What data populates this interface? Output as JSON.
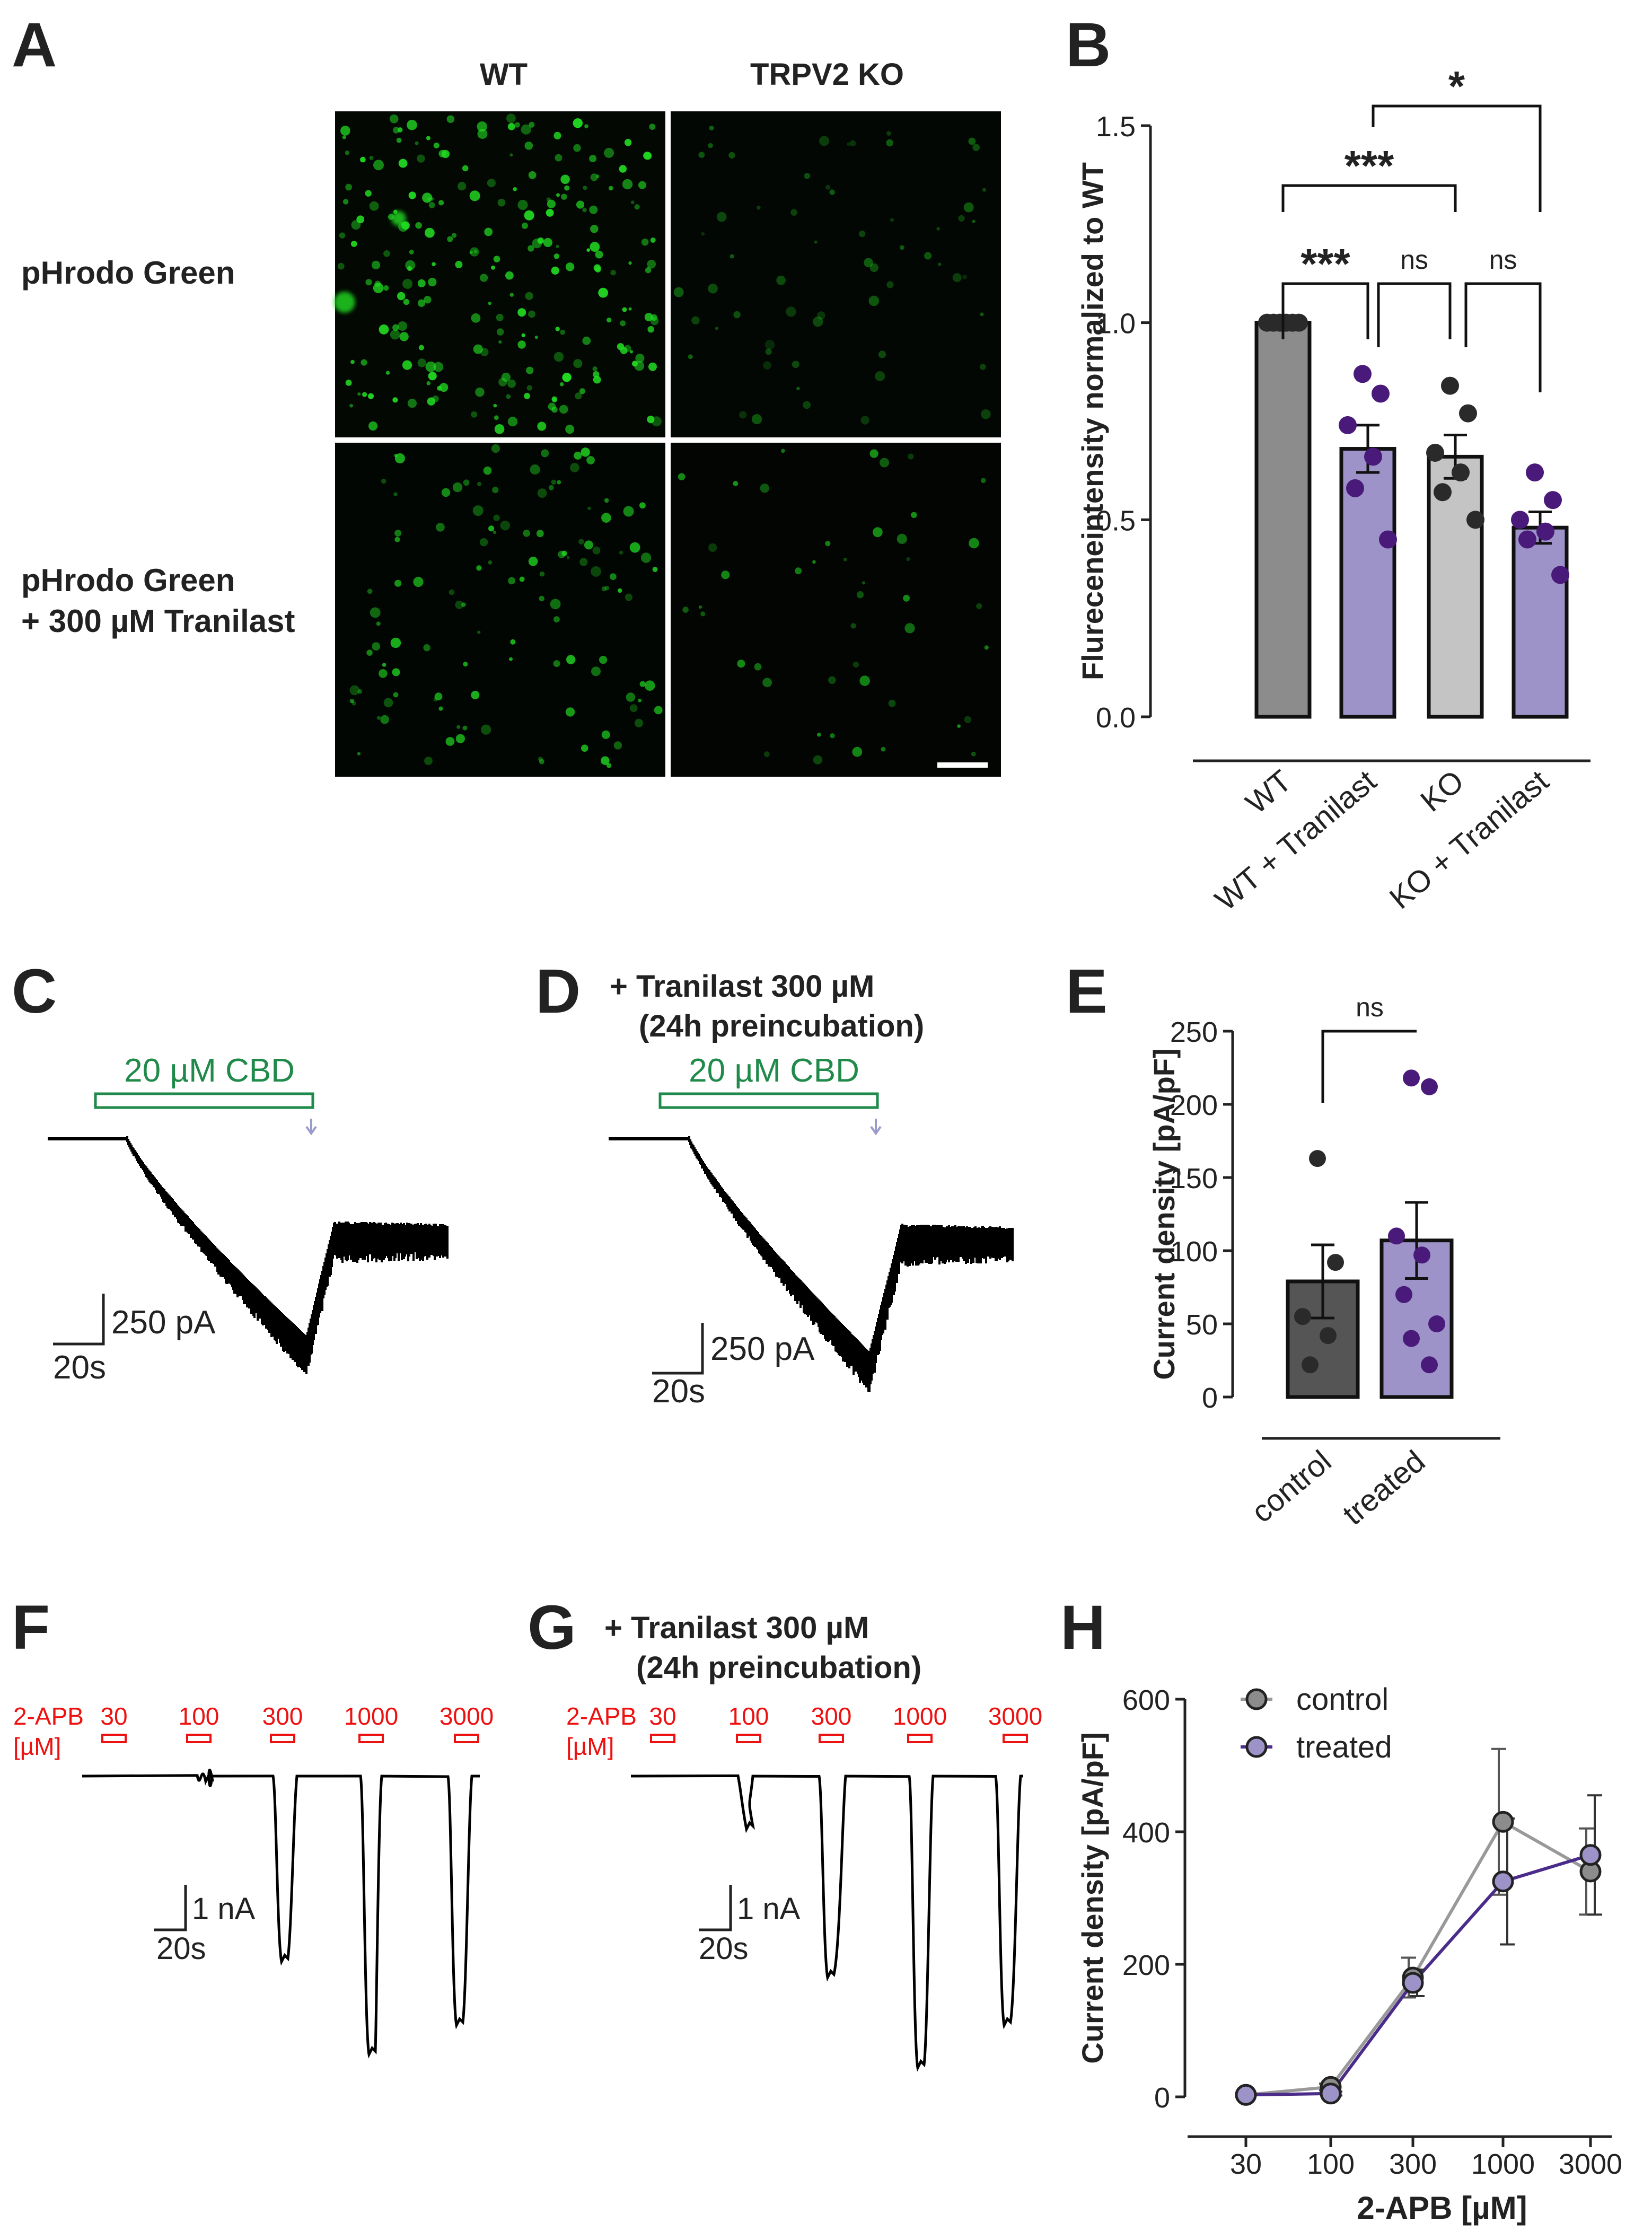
{
  "panels": {
    "A": {
      "letter": "A",
      "columns": [
        "WT",
        "TRPV2 KO"
      ],
      "rows": [
        "pHrodo Green",
        "pHrodo Green",
        "+ 300 µM Tranilast"
      ]
    },
    "B": {
      "letter": "B"
    },
    "C": {
      "letter": "C",
      "drug_label": "20 µM CBD",
      "scale_y": "250 pA",
      "scale_x": "20s"
    },
    "D": {
      "letter": "D",
      "title1": "+ Tranilast 300 µM",
      "title2": "(24h preincubation)",
      "drug_label": "20 µM CBD",
      "scale_y": "250 pA",
      "scale_x": "20s"
    },
    "E": {
      "letter": "E"
    },
    "F": {
      "letter": "F",
      "agonist": "2-APB",
      "unit": "[µM]",
      "conc_labels": [
        "30",
        "100",
        "300",
        "1000",
        "3000"
      ],
      "scale_y": "1 nA",
      "scale_x": "20s"
    },
    "G": {
      "letter": "G",
      "title1": "+ Tranilast 300 µM",
      "title2": "(24h preincubation)",
      "agonist": "2-APB",
      "unit": "[µM]",
      "conc_labels": [
        "30",
        "100",
        "300",
        "1000",
        "3000"
      ],
      "scale_y": "1 nA",
      "scale_x": "20s"
    },
    "H": {
      "letter": "H"
    }
  },
  "colors": {
    "micrograph_green": "#22dd22",
    "bar_wt": "#8c8c8c",
    "bar_treated": "#9d93c9",
    "bar_ko": "#c4c4c4",
    "bar_control_dark": "#555555",
    "dot_purple": "#4a1a7a",
    "dot_dark": "#2a2a2a",
    "cbd_green": "#1f8a4a",
    "apb_red": "#ee1111",
    "line_treated": "#4b2c8a",
    "line_control": "#999999"
  },
  "chart_data": [
    {
      "panel": "B",
      "type": "bar",
      "categories": [
        "WT",
        "WT + Tranilast",
        "KO",
        "KO + Tranilast"
      ],
      "ylabel": "Flureceneintensity normalized to WT",
      "ylim": [
        0,
        1.5
      ],
      "yticks": [
        "0.0",
        "0.5",
        "1.0",
        "1.5"
      ],
      "values": [
        1.0,
        0.68,
        0.66,
        0.48
      ],
      "sem": [
        0.0,
        0.06,
        0.055,
        0.04
      ],
      "points": [
        [
          1,
          1,
          1,
          1,
          1,
          1
        ],
        [
          0.87,
          0.82,
          0.74,
          0.66,
          0.58,
          0.45
        ],
        [
          0.84,
          0.77,
          0.67,
          0.62,
          0.57,
          0.5
        ],
        [
          0.62,
          0.55,
          0.5,
          0.47,
          0.45,
          0.36
        ]
      ],
      "significance": [
        {
          "a": 0,
          "b": 1,
          "label": "***"
        },
        {
          "a": 1,
          "b": 2,
          "label": "ns"
        },
        {
          "a": 2,
          "b": 3,
          "label": "ns"
        },
        {
          "a": 0,
          "b": 2,
          "label": "***"
        },
        {
          "a": 1,
          "b": 3,
          "label": "*"
        }
      ]
    },
    {
      "panel": "E",
      "type": "bar",
      "categories": [
        "control",
        "treated"
      ],
      "ylabel": "Current density [pA/pF]",
      "ylim": [
        0,
        250
      ],
      "yticks": [
        "0",
        "50",
        "100",
        "150",
        "200",
        "250"
      ],
      "values": [
        79,
        107
      ],
      "sem": [
        25,
        26
      ],
      "points": [
        [
          163,
          92,
          55,
          42,
          22
        ],
        [
          218,
          212,
          110,
          97,
          70,
          50,
          40,
          22
        ]
      ],
      "significance": [
        {
          "a": 0,
          "b": 1,
          "label": "ns"
        }
      ]
    },
    {
      "panel": "H",
      "type": "line",
      "x": [
        "30",
        "100",
        "300",
        "1000",
        "3000"
      ],
      "xlabel": "2-APB [µM]",
      "ylabel": "Current density [pA/pF]",
      "ylim": [
        0,
        600
      ],
      "yticks": [
        "0",
        "200",
        "400",
        "600"
      ],
      "series": [
        {
          "name": "control",
          "values": [
            3,
            15,
            180,
            415,
            340
          ],
          "err": [
            0,
            5,
            30,
            110,
            65
          ]
        },
        {
          "name": "treated",
          "values": [
            3,
            5,
            172,
            325,
            365
          ],
          "err": [
            0,
            3,
            20,
            95,
            90
          ]
        }
      ],
      "legend": "top"
    }
  ]
}
